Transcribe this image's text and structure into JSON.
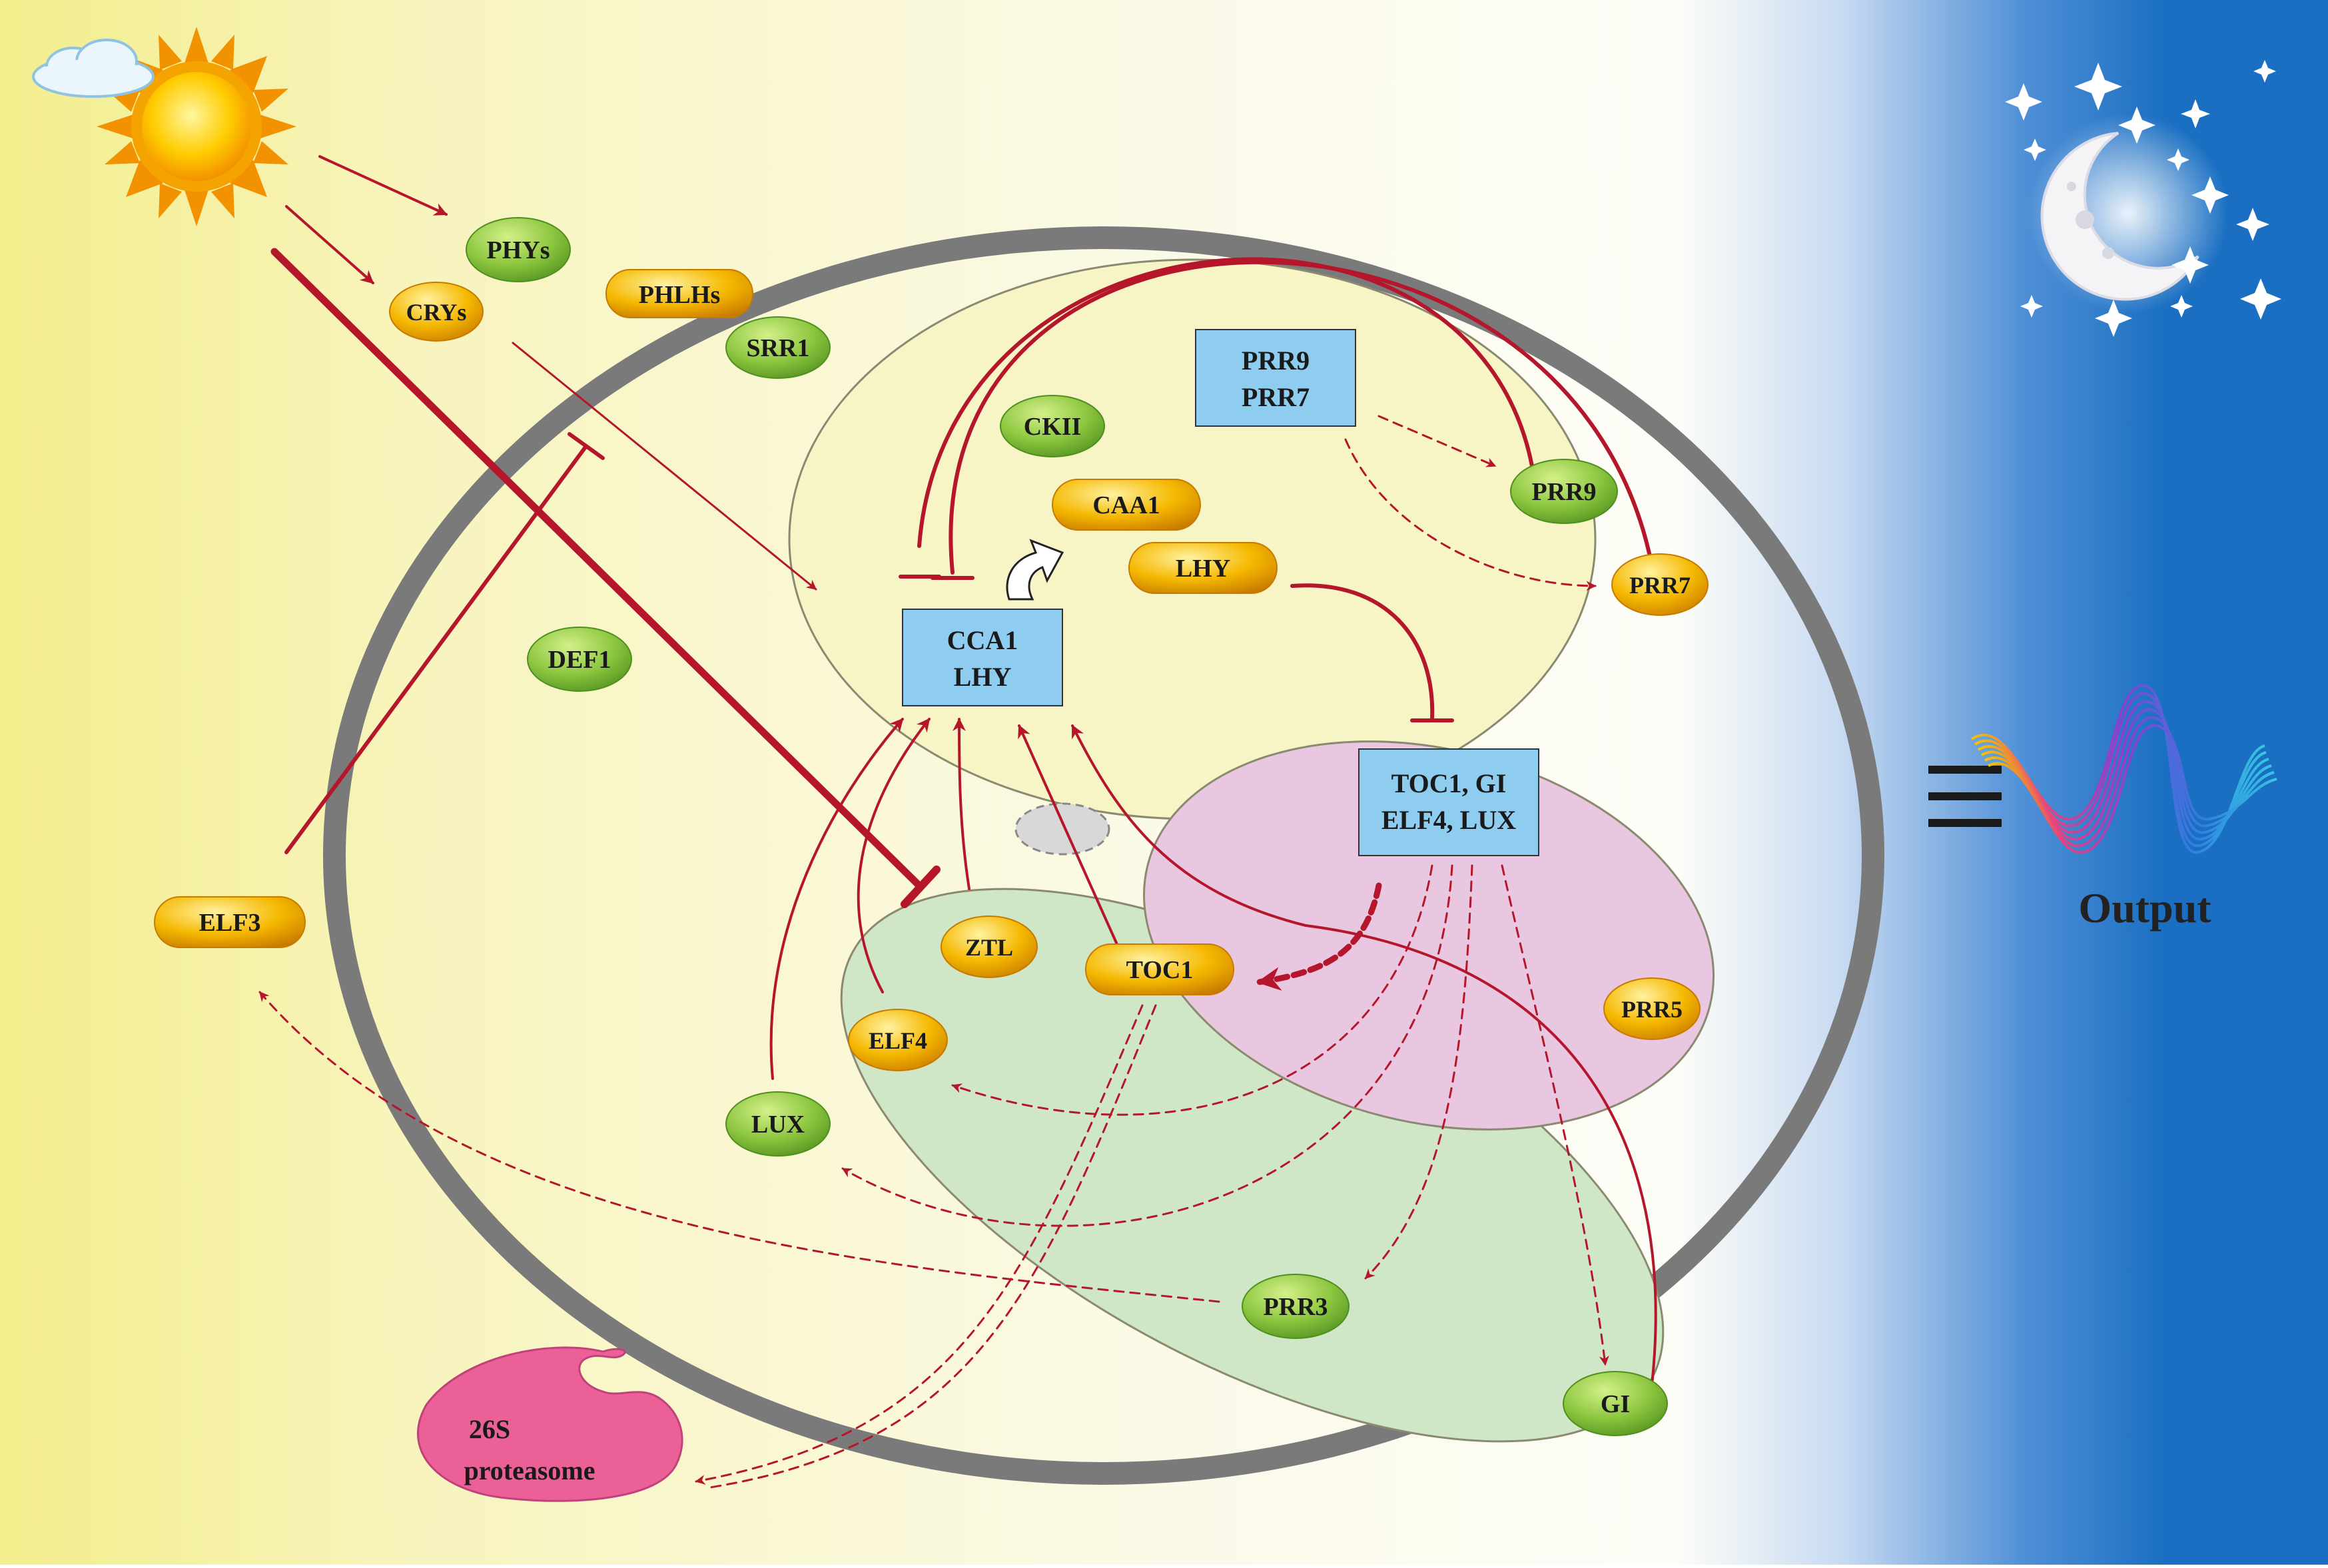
{
  "nodes": {
    "phys": "PHYs",
    "crys": "CRYs",
    "phlhs": "PHLHs",
    "srr1": "SRR1",
    "ckii": "CKII",
    "caa1": "CAA1",
    "lhy": "LHY",
    "prr9": "PRR9",
    "prr7": "PRR7",
    "def1": "DEF1",
    "elf3": "ELF3",
    "ztl": "ZTL",
    "toc1": "TOC1",
    "elf4": "ELF4",
    "lux": "LUX",
    "prr5": "PRR5",
    "prr3": "PRR3",
    "gi": "GI"
  },
  "boxes": {
    "prr97_line1": "PRR9",
    "prr97_line2": "PRR7",
    "cca1lhy_line1": "CCA1",
    "cca1lhy_line2": "LHY",
    "evening_line1": "TOC1, GI",
    "evening_line2": "ELF4, LUX"
  },
  "proteasome": {
    "line1": "26S",
    "line2": "proteasome"
  },
  "output": {
    "label": "Output",
    "symbol": "≡"
  },
  "colors": {
    "green_node": "#8cc63f",
    "yellow_node": "#f5b800",
    "box_blue": "#8ecdf0",
    "arrow_red": "#b5162b",
    "nucleus_fill": "#f7f4c6",
    "pink_region": "#e9c7e0",
    "green_region": "#cfe7c6",
    "proteasome_pink": "#ec6098",
    "night_blue": "#1a6fc2"
  }
}
